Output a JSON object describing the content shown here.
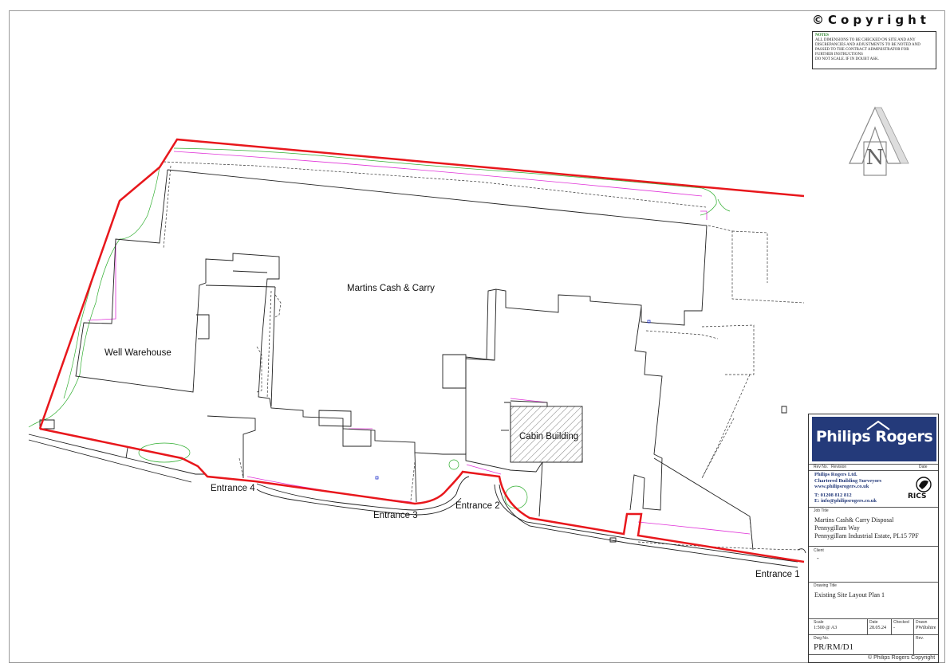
{
  "header": {
    "copyright": "©Copyright",
    "notes_title": "NOTES",
    "notes": [
      "ALL DIMENSIONS TO BE CHECKED ON SITE AND ANY",
      "DISCREPANCIES AND ADJUSTMENTS TO BE NOTED AND",
      "PASSED TO THE CONTRACT ADMINISTRATOR FOR",
      "FURTHER INSTRUCTIONS",
      "DO NOT SCALE. IF IN DOUBT ASK."
    ]
  },
  "north_arrow": {
    "letter": "N"
  },
  "plan": {
    "buildings": {
      "martins": "Martins Cash & Carry",
      "well": "Well Warehouse",
      "cabin": "Cabin Building"
    },
    "entrances": {
      "e1": "Entrance 1",
      "e2": "Entrance 2",
      "e3": "Entrance 3",
      "e4": "Entrance 4"
    }
  },
  "title_block": {
    "logo": "Philips Rogers",
    "rev_no_label": "Rev No.",
    "revision_label": "Revision",
    "date_label": "Date",
    "company": "Philips Rogers Ltd.",
    "company_sub": "Chartered Building Surveyors",
    "website": "www.philipsrogers.co.uk",
    "tel": "T: 01208 812 812",
    "email": "E: info@philipsrogers.co.uk",
    "rics": "RICS",
    "job_title_label": "Job Title",
    "job_title_lines": [
      "Martins Cash& Carry Disposal",
      "Pennygillam Way",
      "Pennygillam Industrial Estate, PL15 7PF"
    ],
    "client_label": "Client",
    "client_value": "-",
    "drawing_title_label": "Drawing Title",
    "drawing_title": "Existing Site Layout Plan 1",
    "scale_label": "Scale",
    "scale": "1:500 @ A3",
    "date_label2": "Date",
    "date": "28.05.24",
    "checked_label": "Checked",
    "checked": "-",
    "drawn_label": "Drawn",
    "drawn": "PWiltshire",
    "dwg_no_label": "Dwg No.",
    "dwg_no": "PR/RM/D1",
    "rev_label": "Rev."
  },
  "footer": {
    "copyright": "© Philips Rogers Copyright"
  },
  "colors": {
    "boundary": "#e8171c",
    "vegetation": "#2fae2f",
    "magenta": "#e031d8",
    "brand": "#243a7a"
  }
}
